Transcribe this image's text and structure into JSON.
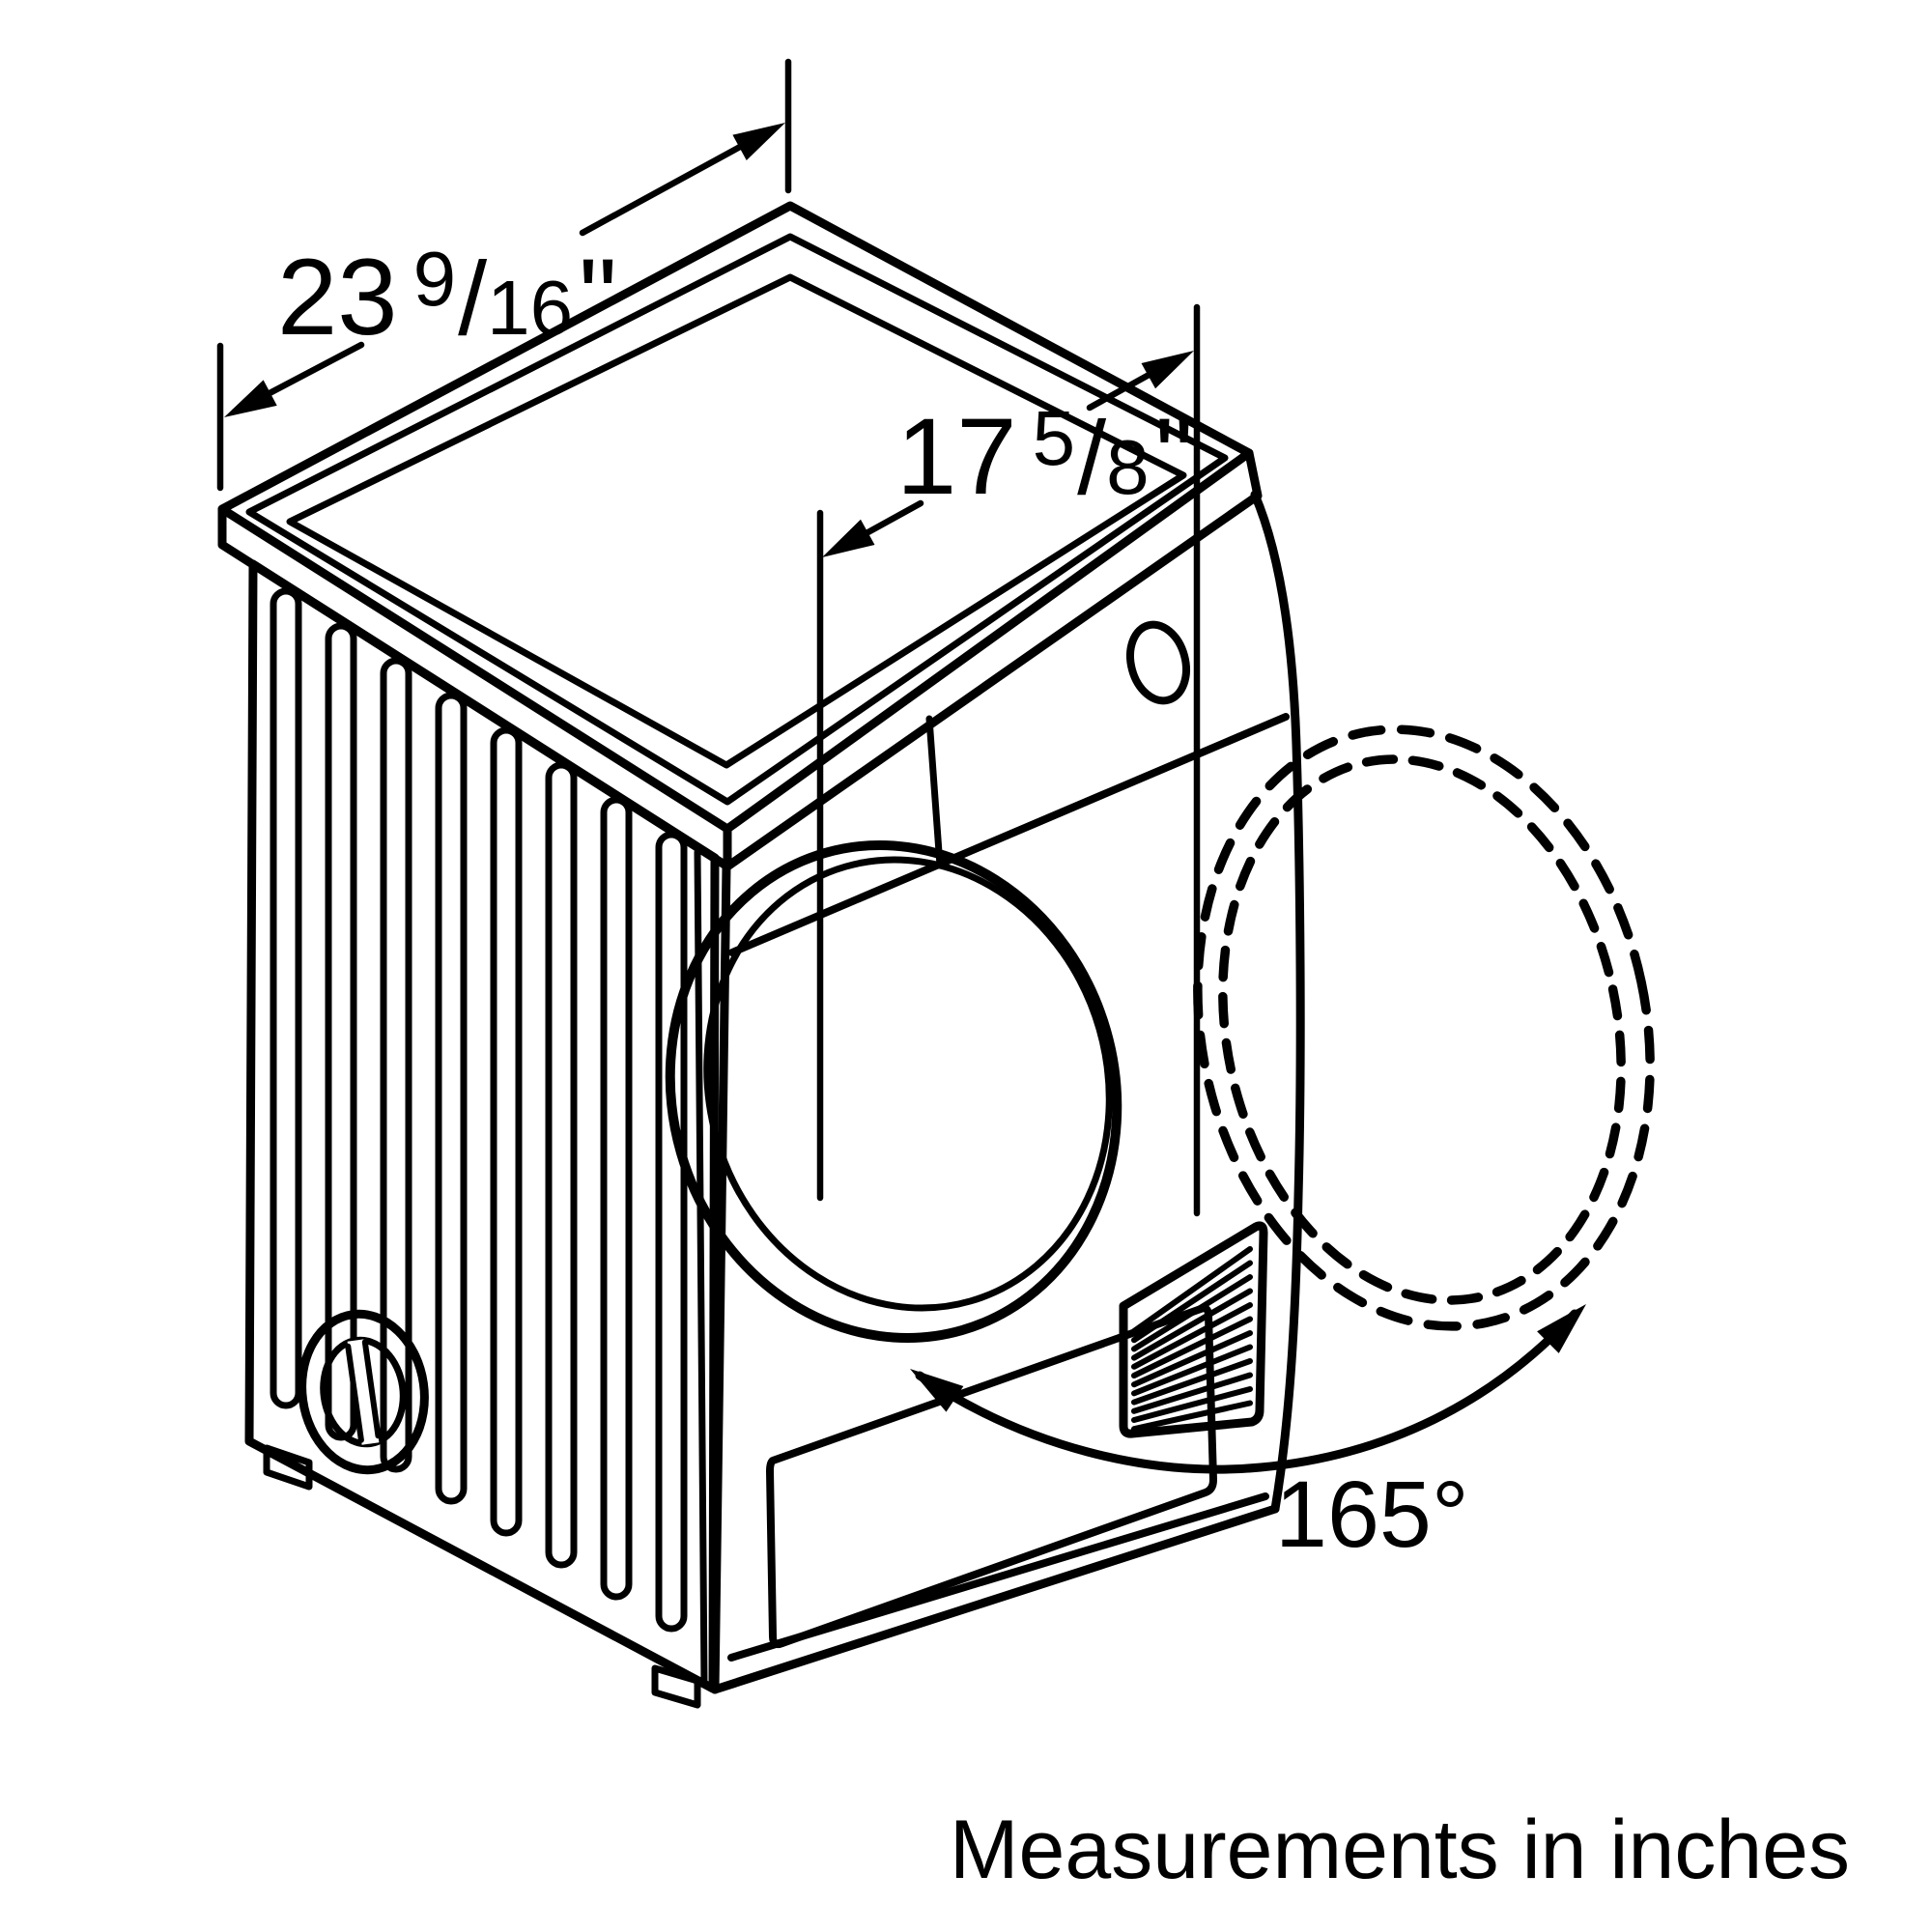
{
  "page": {
    "background": "#ffffff",
    "ink": "#000000"
  },
  "dimensions": {
    "top_width": {
      "whole": "23",
      "numerator": "9",
      "denominator": "16",
      "unit": "\"",
      "label": "23 9/16\""
    },
    "top_depth": {
      "whole": "17",
      "numerator": "5",
      "denominator": "8",
      "unit": "\"",
      "label": "17 5/8\""
    },
    "door_swing": {
      "label": "165°"
    }
  },
  "footer": {
    "note": "Measurements in inches"
  },
  "figure": {
    "side_vent_slots": 8,
    "grille_louvers": 12
  }
}
